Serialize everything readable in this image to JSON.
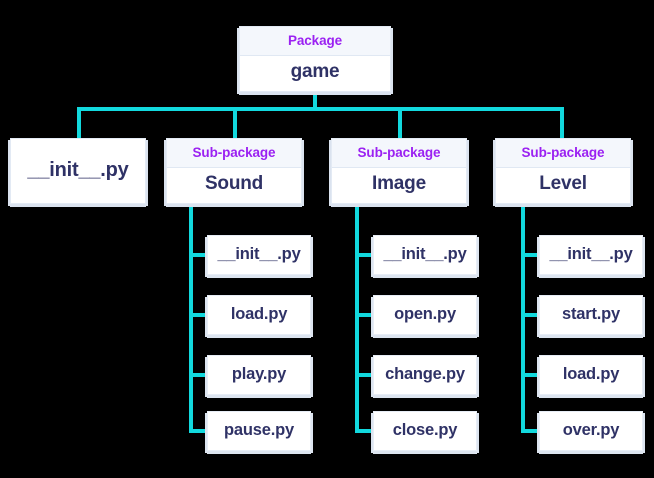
{
  "diagram": {
    "title_hidden": "",
    "colors": {
      "connector": "#12d9de",
      "header_text": "#9b21f2",
      "body_text": "#2f3266",
      "header_bg": "#f4f7fc",
      "box_bg": "#ffffff",
      "box_shadow": "#dbe3ef",
      "background": "#000000"
    },
    "root": {
      "header": "Package",
      "name": "game"
    },
    "level1": [
      {
        "header": null,
        "name": "__init__.py"
      },
      {
        "header": "Sub-package",
        "name": "Sound"
      },
      {
        "header": "Sub-package",
        "name": "Image"
      },
      {
        "header": "Sub-package",
        "name": "Level"
      }
    ],
    "sound_children": [
      {
        "name": "__init__.py"
      },
      {
        "name": "load.py"
      },
      {
        "name": "play.py"
      },
      {
        "name": "pause.py"
      }
    ],
    "image_children": [
      {
        "name": "__init__.py"
      },
      {
        "name": "open.py"
      },
      {
        "name": "change.py"
      },
      {
        "name": "close.py"
      }
    ],
    "level_children": [
      {
        "name": "__init__.py"
      },
      {
        "name": "start.py"
      },
      {
        "name": "load.py"
      },
      {
        "name": "over.py"
      }
    ]
  }
}
